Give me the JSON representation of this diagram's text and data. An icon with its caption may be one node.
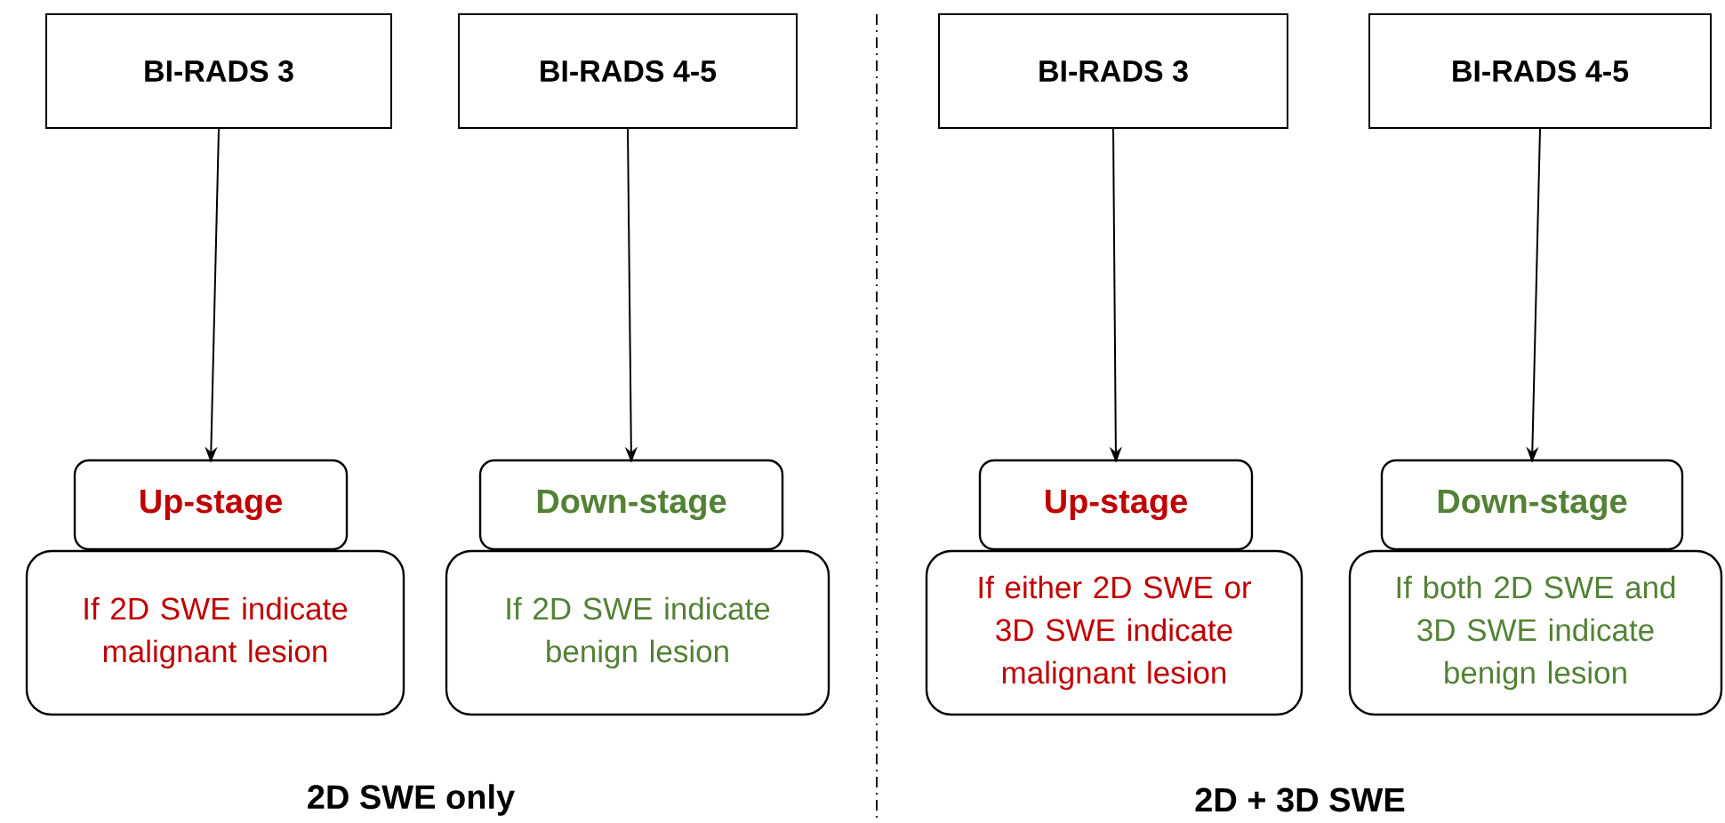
{
  "diagram": {
    "nodes": [
      {
        "text": [
          "BI-RADS 3"
        ]
      },
      {
        "text": [
          "BI-RADS 4-5"
        ]
      },
      {
        "text": [
          "BI-RADS 3"
        ]
      },
      {
        "text": [
          "BI-RADS 4-5"
        ]
      },
      {
        "text": [
          "Up-stage"
        ]
      },
      {
        "text": [
          "Down-stage"
        ]
      },
      {
        "text": [
          "Up-stage"
        ]
      },
      {
        "text": [
          "Down-stage"
        ]
      },
      {
        "text": [
          "If 2D SWE indicate malignant lesion"
        ]
      },
      {
        "text": [
          "If 2D SWE indicate benign lesion"
        ]
      },
      {
        "text": [
          "If either 2D SWE or 3D SWE indicate malignant lesion"
        ]
      },
      {
        "text": [
          "If both 2D SWE and 3D SWE indicate benign lesion"
        ]
      }
    ],
    "edges": [
      {
        "from": 0,
        "to": 4,
        "arrow": "to"
      },
      {
        "from": 1,
        "to": 5,
        "arrow": "to"
      },
      {
        "from": 2,
        "to": 6,
        "arrow": "to"
      },
      {
        "from": 3,
        "to": 7,
        "arrow": "to"
      }
    ],
    "labels": [
      "2D SWE only",
      "2D + 3D SWE"
    ]
  }
}
